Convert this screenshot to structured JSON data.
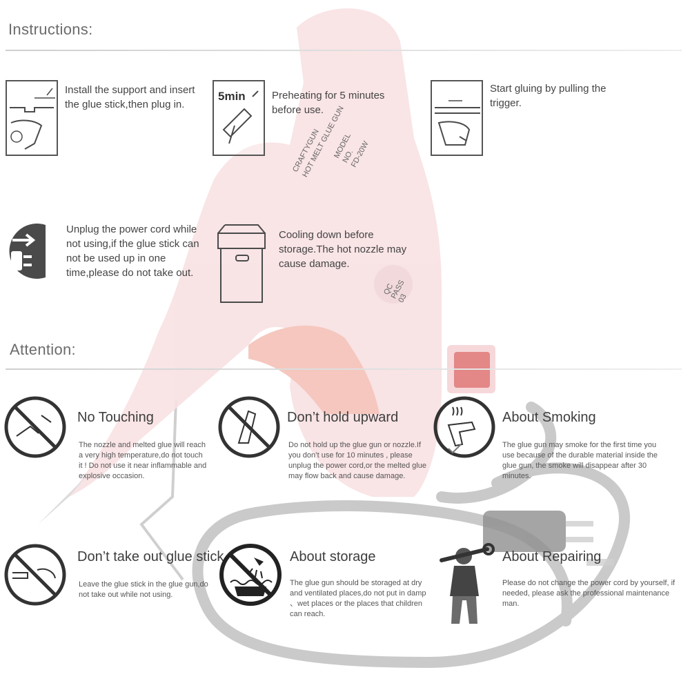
{
  "instructions_title": "Instructions:",
  "attention_title": "Attention:",
  "steps": [
    {
      "text": "Install the support and insert the glue stick,then plug in."
    },
    {
      "badge": "5min",
      "text": "Preheating for 5 minutes before use."
    },
    {
      "text": "Start gluing by pulling the trigger."
    },
    {
      "text": "Unplug the power cord while not using,if the glue stick can not be used up in one time,please do not take out."
    },
    {
      "text": "Cooling down before storage.The hot nozzle may cause damage."
    }
  ],
  "attention": [
    {
      "title": "No Touching",
      "body": "The nozzle and melted glue will reach a very high temperature,do not touch it ! Do not use it near inflammable and explosive occasion."
    },
    {
      "title": "Don’t hold upward",
      "body": "Do not hold up the glue gun or nozzle.If you don’t use for 10 minutes , please unplug the power cord,or the melted glue may flow back and cause damage."
    },
    {
      "title": "About Smoking",
      "body": "The glue gun may smoke for the first time you use because of the durable material inside the glue gun, the smoke will disappear after 30 minutes."
    },
    {
      "title": "Don’t take out glue stick",
      "body": "Leave the glue stick in the glue gun,do not take out while not using."
    },
    {
      "title": "About storage",
      "body": "The glue gun should be storaged at dry and ventilated places,do not put in damp 、wet places or the places that children can reach."
    },
    {
      "title": "About Repairing",
      "body": "Please do not change the power cord by yourself, if needed, please ask the professional maintenance man."
    }
  ],
  "gun_labels": {
    "brand": "CRAFTYGUN",
    "product": "HOT MELT GLUE GUN",
    "model": "MODEL",
    "no": "NO.",
    "model_no": "FD-20W",
    "qc": "QC",
    "pass": "PASS",
    "qc_no": "03"
  },
  "colors": {
    "gun_body": "#f8e1e3",
    "trigger": "#f4c2b8",
    "switch": "#e07b7b",
    "cord": "#9a9a9a",
    "icon_stroke": "#4a4a4a"
  }
}
